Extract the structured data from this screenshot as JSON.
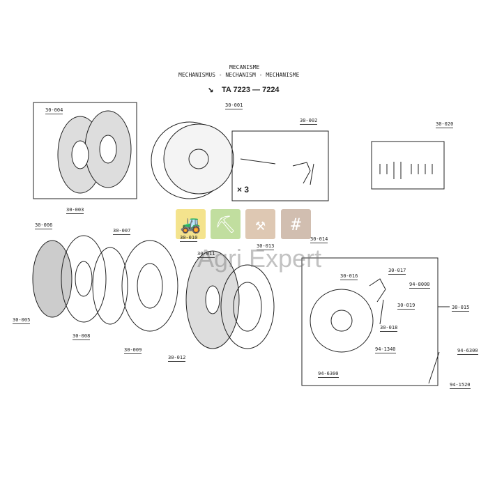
{
  "header": {
    "title": "MECANISME",
    "subtitle": "MECHANISMUS - NECHANISM - MECHANISME",
    "model": "TA  7223 — 7224"
  },
  "labels": {
    "p30_004": "30-004",
    "p30_001": "30-001",
    "p30_002": "30-002",
    "p30_020": "30-020",
    "p30_003": "30-003",
    "qty": "× 3",
    "p30_006": "30-006",
    "p30_007": "30-007",
    "p30_010": "30-010",
    "p30_011": "30-011",
    "p30_013": "30-013",
    "p30_014": "30-014",
    "p30_016": "30-016",
    "p30_017": "30-017",
    "p94_8000": "94-8000",
    "p30_019": "30-019",
    "p30_015": "30-015",
    "p30_018": "30-018",
    "p30_005": "30-005",
    "p30_008": "30-008",
    "p30_009": "30-009",
    "p30_012": "30-012",
    "p94_1340": "94-1340",
    "p94_6300a": "94-6300",
    "p94_6300b": "94-6300",
    "p94_1520": "94-1520"
  },
  "watermark": {
    "text": "Agri Expert",
    "colors": [
      "#f3df7a",
      "#b7d98f",
      "#d9bfa6",
      "#c9b3a3"
    ],
    "icons": [
      "tractor-icon",
      "wheelbarrow-icon",
      "tools-icon",
      "fence-icon"
    ]
  }
}
